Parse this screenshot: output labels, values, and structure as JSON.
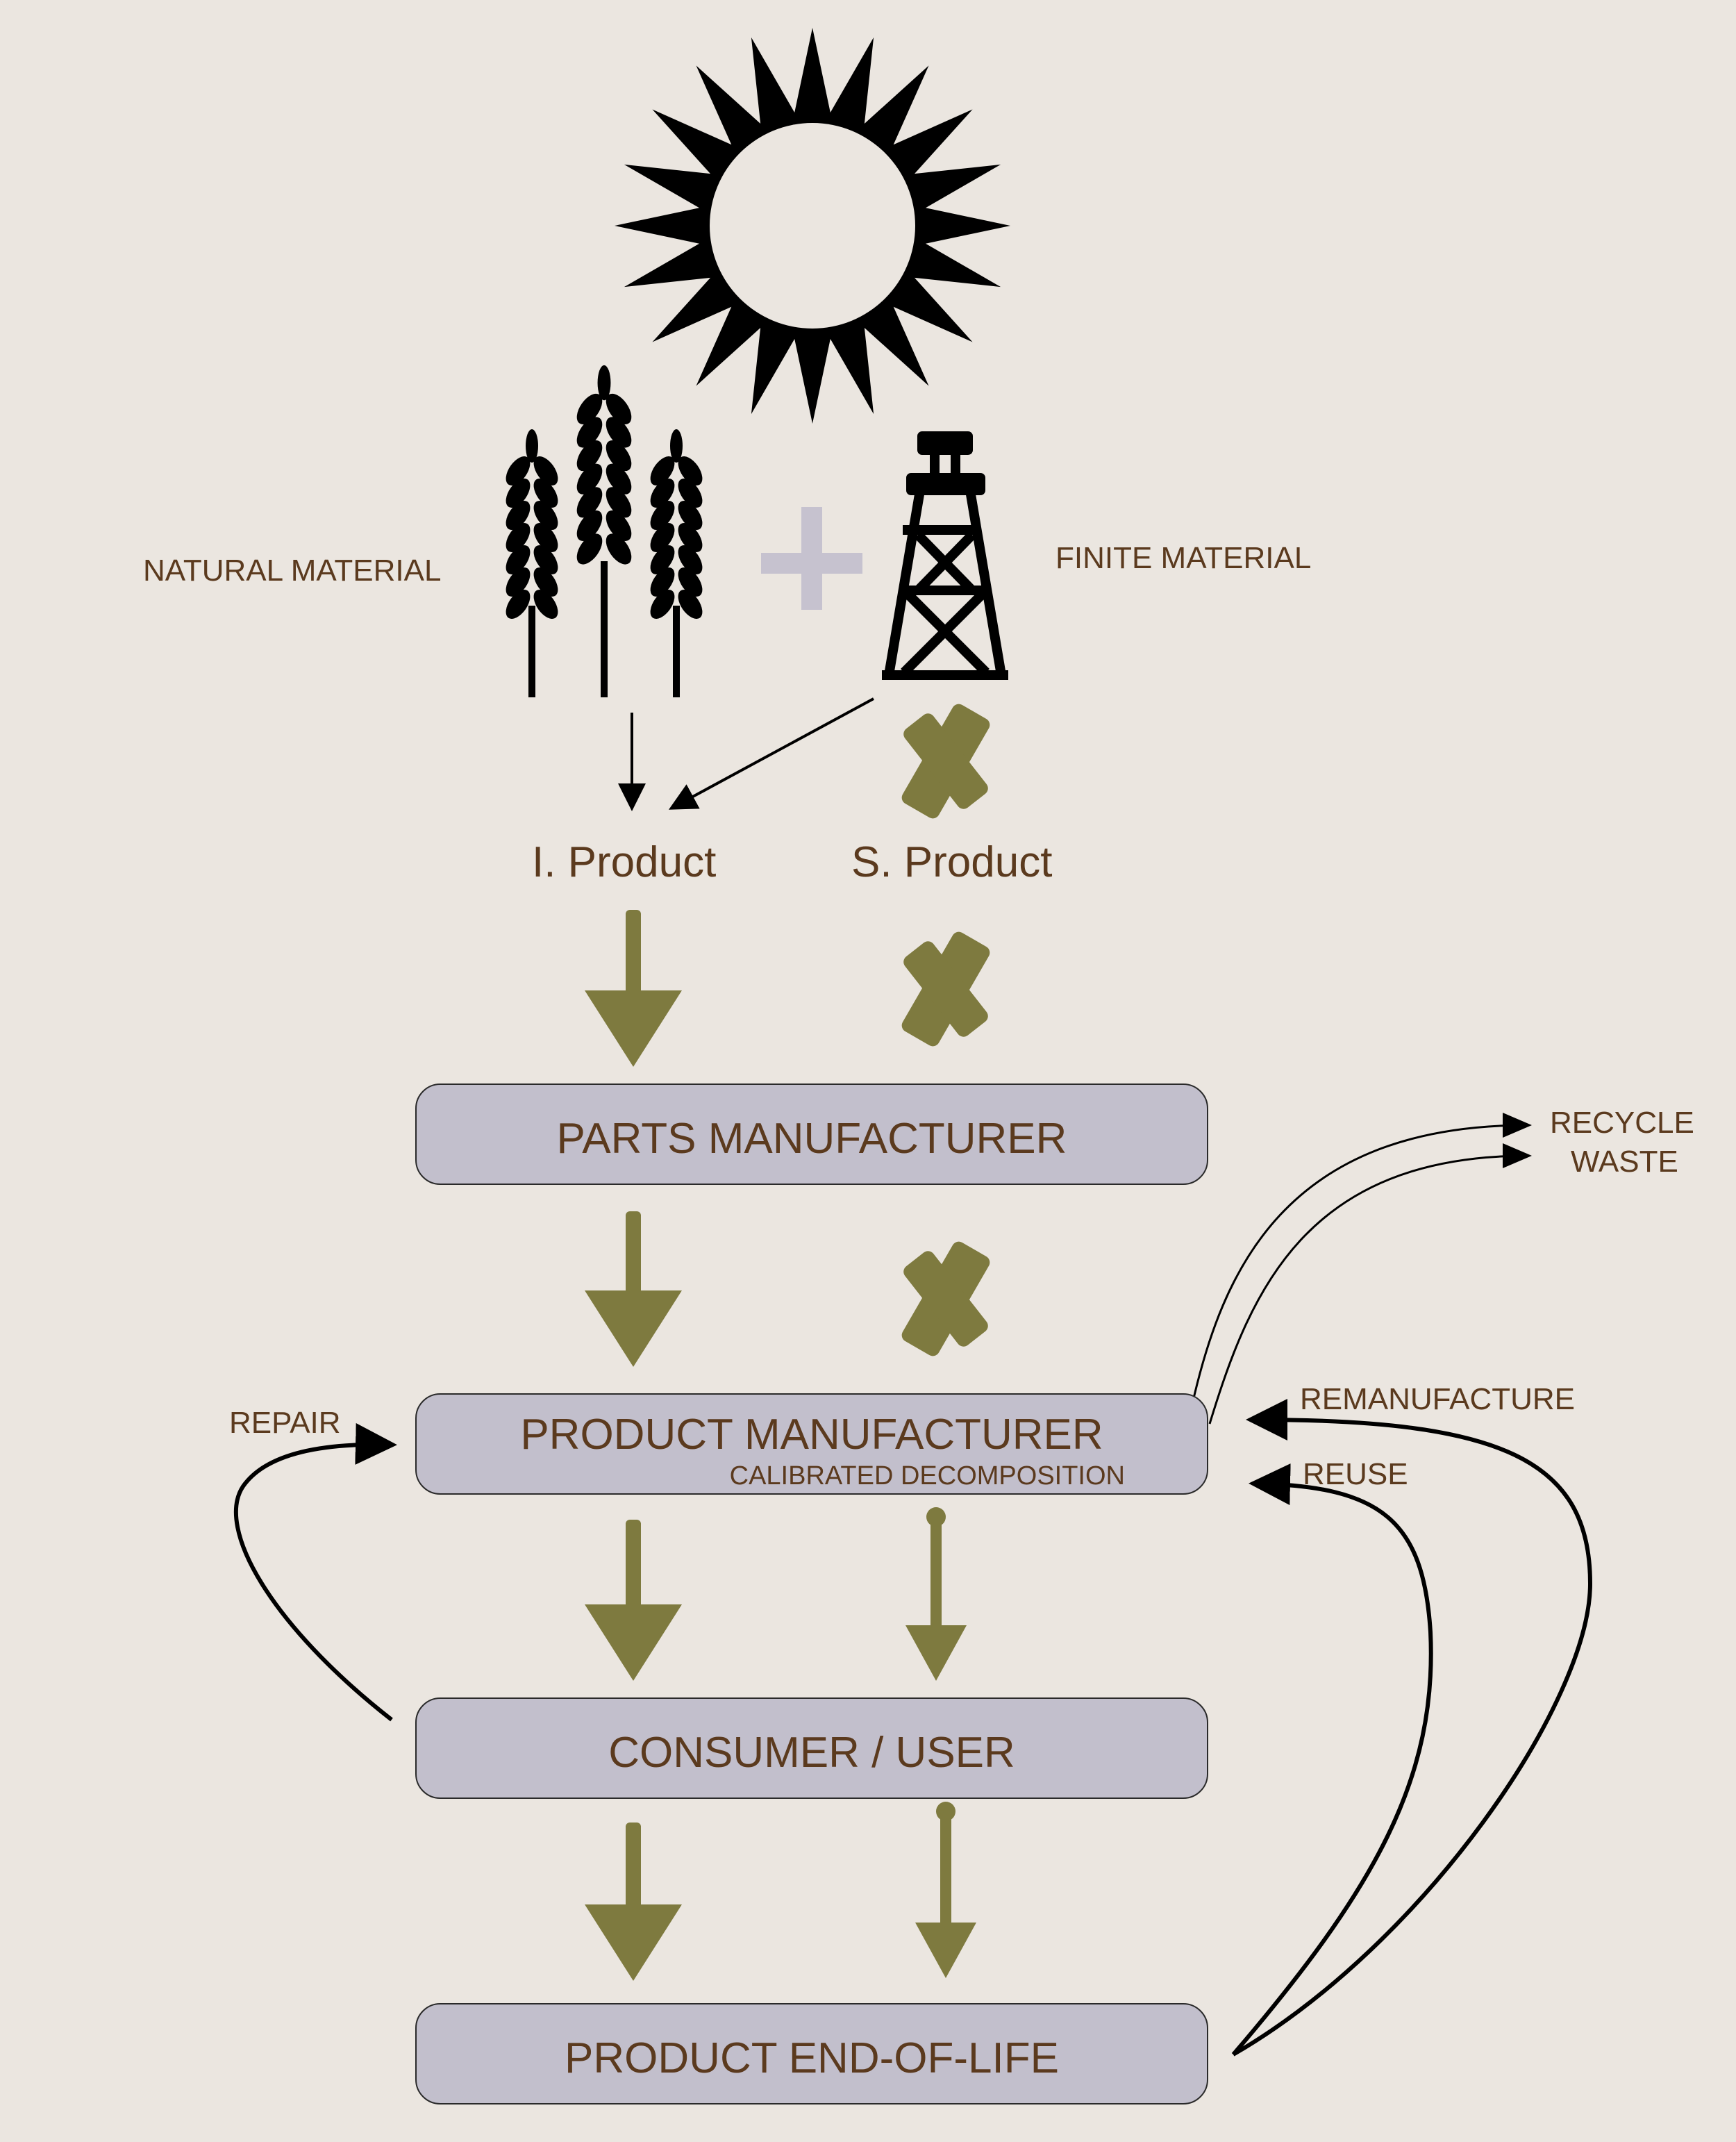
{
  "inputs": {
    "natural_label": "NATURAL MATERIAL",
    "finite_label": "FINITE MATERIAL"
  },
  "products": {
    "i_label": "I. Product",
    "s_label": "S. Product"
  },
  "stages": [
    {
      "label": "PARTS MANUFACTURER"
    },
    {
      "label": "PRODUCT MANUFACTURER",
      "sub": "CALIBRATED DECOMPOSITION"
    },
    {
      "label": "CONSUMER / USER"
    },
    {
      "label": "PRODUCT END-OF-LIFE"
    }
  ],
  "loops": {
    "repair": "REPAIR",
    "recycle": "RECYCLE",
    "waste": "WASTE",
    "remanufacture": "REMANUFACTURE",
    "reuse": "REUSE"
  },
  "icons": {
    "sun": "sun-icon",
    "wheat": "wheat-icon",
    "plus": "plus-icon",
    "oil_rig": "oil-rig-icon",
    "cross": "cross-icon",
    "arrow": "olive-arrow-icon"
  },
  "colors": {
    "background": "#ebe6e0",
    "text": "#5b3a1e",
    "box": "#c2bfcc",
    "olive": "#7e7a3f",
    "plus": "#c6c2cf",
    "line": "#000000"
  }
}
